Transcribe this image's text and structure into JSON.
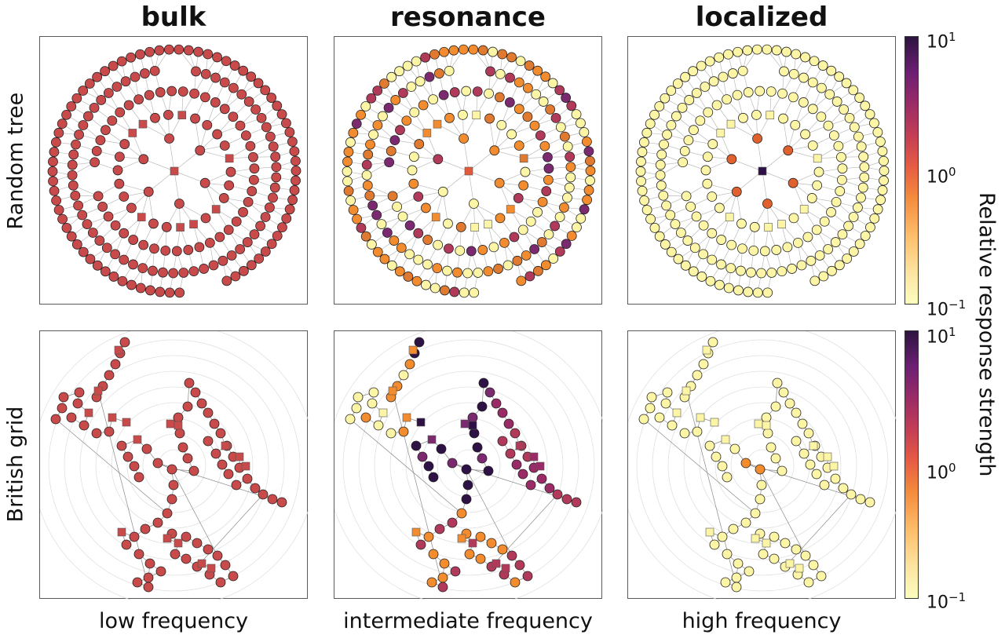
{
  "columns": [
    {
      "title": "bulk",
      "bottom": "low frequency"
    },
    {
      "title": "resonance",
      "bottom": "intermediate frequency"
    },
    {
      "title": "localized",
      "bottom": "high frequency"
    }
  ],
  "rows": [
    "Random tree",
    "British grid"
  ],
  "colorbar": {
    "label": "Relative response strength",
    "ticks": [
      "10",
      "10",
      "10"
    ],
    "exponents": [
      "1",
      "0",
      "−1"
    ],
    "colors": [
      "#fcfdbf",
      "#fec06c",
      "#f48a3c",
      "#e55a45",
      "#c43e55",
      "#9a2b67",
      "#6b1f73",
      "#2d1440"
    ]
  },
  "palette": {
    "bulk": "#c94a4a",
    "pale": "#fdf5a6",
    "orange": "#f28c2e",
    "purple": "#7b2a70",
    "dark": "#2e1245",
    "edge": "#222222"
  }
}
